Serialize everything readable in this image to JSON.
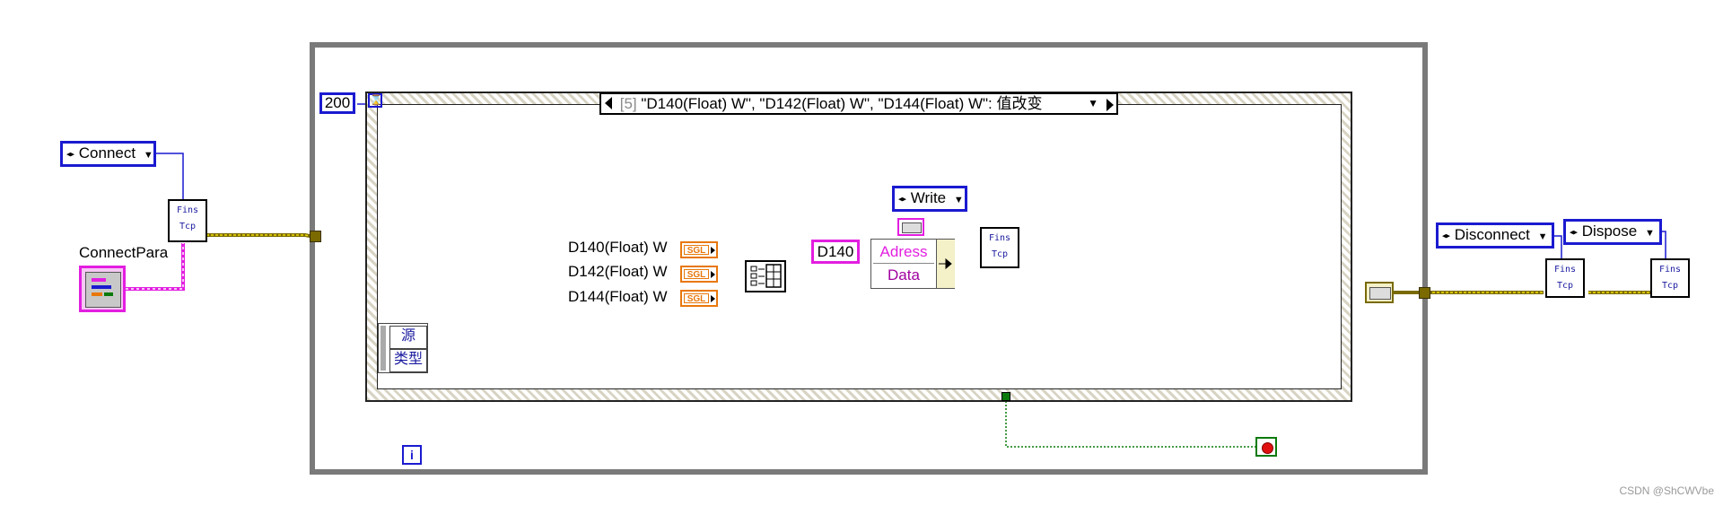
{
  "block_diagram": {
    "connect_enum": "Connect",
    "connect_para_label": "ConnectPara",
    "fins_tcp_label": [
      "Fins",
      "Tcp"
    ],
    "timeout_constant": "200",
    "event_case": {
      "selector_index": "[5]",
      "selector_text": "\"D140(Float) W\", \"D142(Float) W\", \"D144(Float) W\": 值改变"
    },
    "event_data_nodes": [
      "源",
      "类型"
    ],
    "float_indicators": [
      "D140(Float) W",
      "D142(Float) W",
      "D144(Float) W"
    ],
    "sgl_type": "SGL",
    "address_constant": "D140",
    "bundle_fields": [
      "Adress",
      "Data"
    ],
    "write_enum": "Write",
    "disconnect_enum": "Disconnect",
    "dispose_enum": "Dispose",
    "loop_iteration": "i",
    "colors": {
      "loop_border": "#7a7a7a",
      "enum_border": "#1a1ad0",
      "cluster_wire": "#e21ee0",
      "float_wire": "#e8780c",
      "refnum_wire": "#7a6a00",
      "boolean_wire": "#0a7a0a"
    }
  },
  "watermark": "CSDN @ShCWVbe"
}
